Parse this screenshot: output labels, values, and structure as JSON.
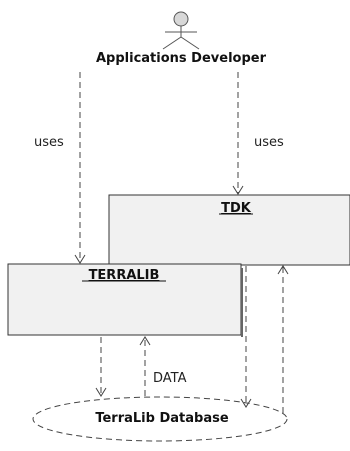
{
  "actor": {
    "label": "Applications Developer"
  },
  "components": {
    "tdk": {
      "label": "TDK"
    },
    "terralib": {
      "label": "TERRALIB"
    }
  },
  "database": {
    "label": "TerraLib Database"
  },
  "relations": {
    "uses_left": "uses",
    "uses_right": "uses",
    "data": "DATA"
  }
}
